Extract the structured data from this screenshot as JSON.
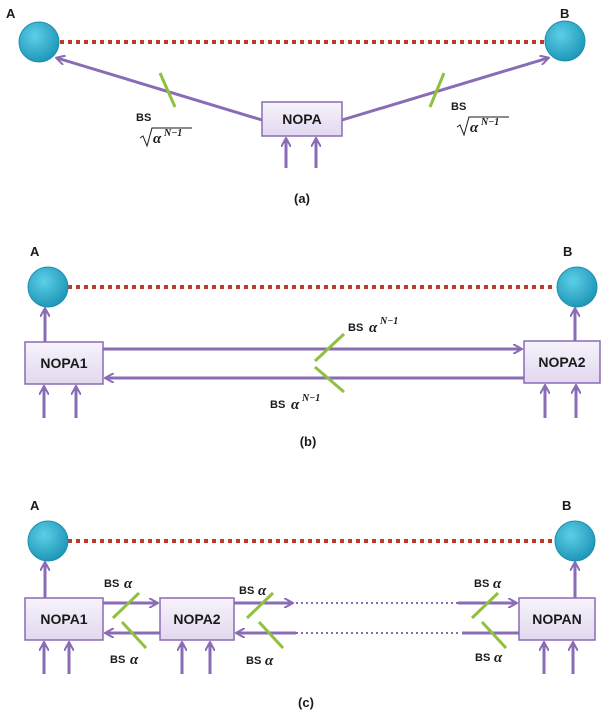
{
  "colors": {
    "node_fill": "#23a9c8",
    "node_stroke": "#1d8fae",
    "dashed_link": "#c0392b",
    "arrow": "#8a6bb5",
    "box_fill": "#ece5f5",
    "box_stroke": "#8a6bb5",
    "beam_splitter": "#8fc13f"
  },
  "panel_a": {
    "node_a_label": "A",
    "node_b_label": "B",
    "box_label": "NOPA",
    "bs_left_label": "BS",
    "bs_right_label": "BS",
    "alpha": "α",
    "exponent": "N−1",
    "caption": "(a)"
  },
  "panel_b": {
    "node_a_label": "A",
    "node_b_label": "B",
    "box1_label": "NOPA1",
    "box2_label": "NOPA2",
    "bs_top_label": "BS",
    "bs_bottom_label": "BS",
    "alpha": "α",
    "exponent": "N−1",
    "caption": "(b)"
  },
  "panel_c": {
    "node_a_label": "A",
    "node_b_label": "B",
    "box1_label": "NOPA1",
    "box2_label": "NOPA2",
    "box3_label": "NOPAN",
    "bs_label": "BS",
    "alpha": "α",
    "caption": "(c)"
  }
}
